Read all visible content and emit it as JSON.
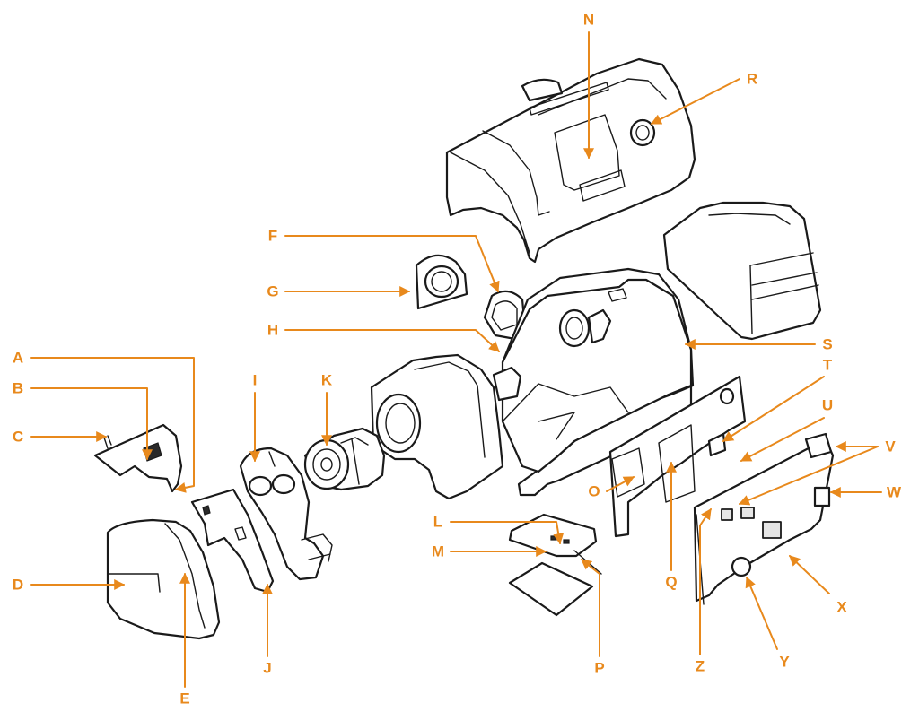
{
  "colors": {
    "accent": "#E8891C",
    "line": "#1a1a1a"
  },
  "callouts": [
    {
      "id": "A",
      "label": "A"
    },
    {
      "id": "B",
      "label": "B"
    },
    {
      "id": "C",
      "label": "C"
    },
    {
      "id": "D",
      "label": "D"
    },
    {
      "id": "E",
      "label": "E"
    },
    {
      "id": "F",
      "label": "F"
    },
    {
      "id": "G",
      "label": "G"
    },
    {
      "id": "H",
      "label": "H"
    },
    {
      "id": "I",
      "label": "I"
    },
    {
      "id": "J",
      "label": "J"
    },
    {
      "id": "K",
      "label": "K"
    },
    {
      "id": "L",
      "label": "L"
    },
    {
      "id": "M",
      "label": "M"
    },
    {
      "id": "N",
      "label": "N"
    },
    {
      "id": "O",
      "label": "O"
    },
    {
      "id": "P",
      "label": "P"
    },
    {
      "id": "Q",
      "label": "Q"
    },
    {
      "id": "R",
      "label": "R"
    },
    {
      "id": "S",
      "label": "S"
    },
    {
      "id": "T",
      "label": "T"
    },
    {
      "id": "U",
      "label": "U"
    },
    {
      "id": "V",
      "label": "V"
    },
    {
      "id": "W",
      "label": "W"
    },
    {
      "id": "X",
      "label": "X"
    },
    {
      "id": "Y",
      "label": "Y"
    },
    {
      "id": "Z",
      "label": "Z"
    }
  ]
}
